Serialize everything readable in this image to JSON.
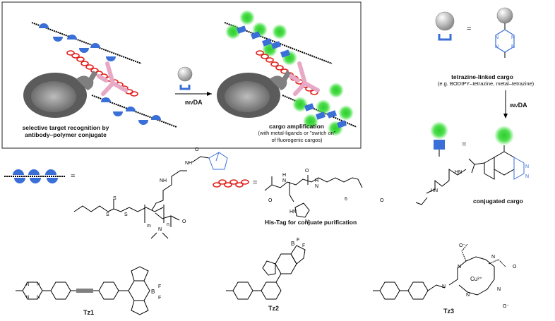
{
  "panel": {
    "recognition_caption": "selective target recognition by\nantibody–polymer conjugate",
    "amplification_caption": "cargo amplification",
    "amplification_subcaption": "(with metal-ligands or \"switch on\"\nof fluorogenic cargos)",
    "reaction_label_prefix": "INV",
    "reaction_label_main": "DA"
  },
  "legend": {
    "equals": "=",
    "tetrazine_caption": "tetrazine-linked cargo",
    "tetrazine_subcaption": "(e.g. BODIPY–tetrazine, metal–tetrazine)",
    "reaction_label_prefix": "INV",
    "reaction_label_main": "DA",
    "conjugated_caption": "conjugated cargo",
    "his_tag_caption": "His-Tag for conjuate purification",
    "polymer_index_m": "m",
    "polymer_index_n": "n",
    "peptide_index": "6"
  },
  "molecules": [
    {
      "label": "Tz1"
    },
    {
      "label": "Tz2"
    },
    {
      "label": "Tz3"
    }
  ],
  "colors": {
    "blue": "#3a6fd8",
    "red": "#e0201b",
    "green": "#4ee04e",
    "pink": "#e7a9c5",
    "gray": "#8a8a8a"
  }
}
